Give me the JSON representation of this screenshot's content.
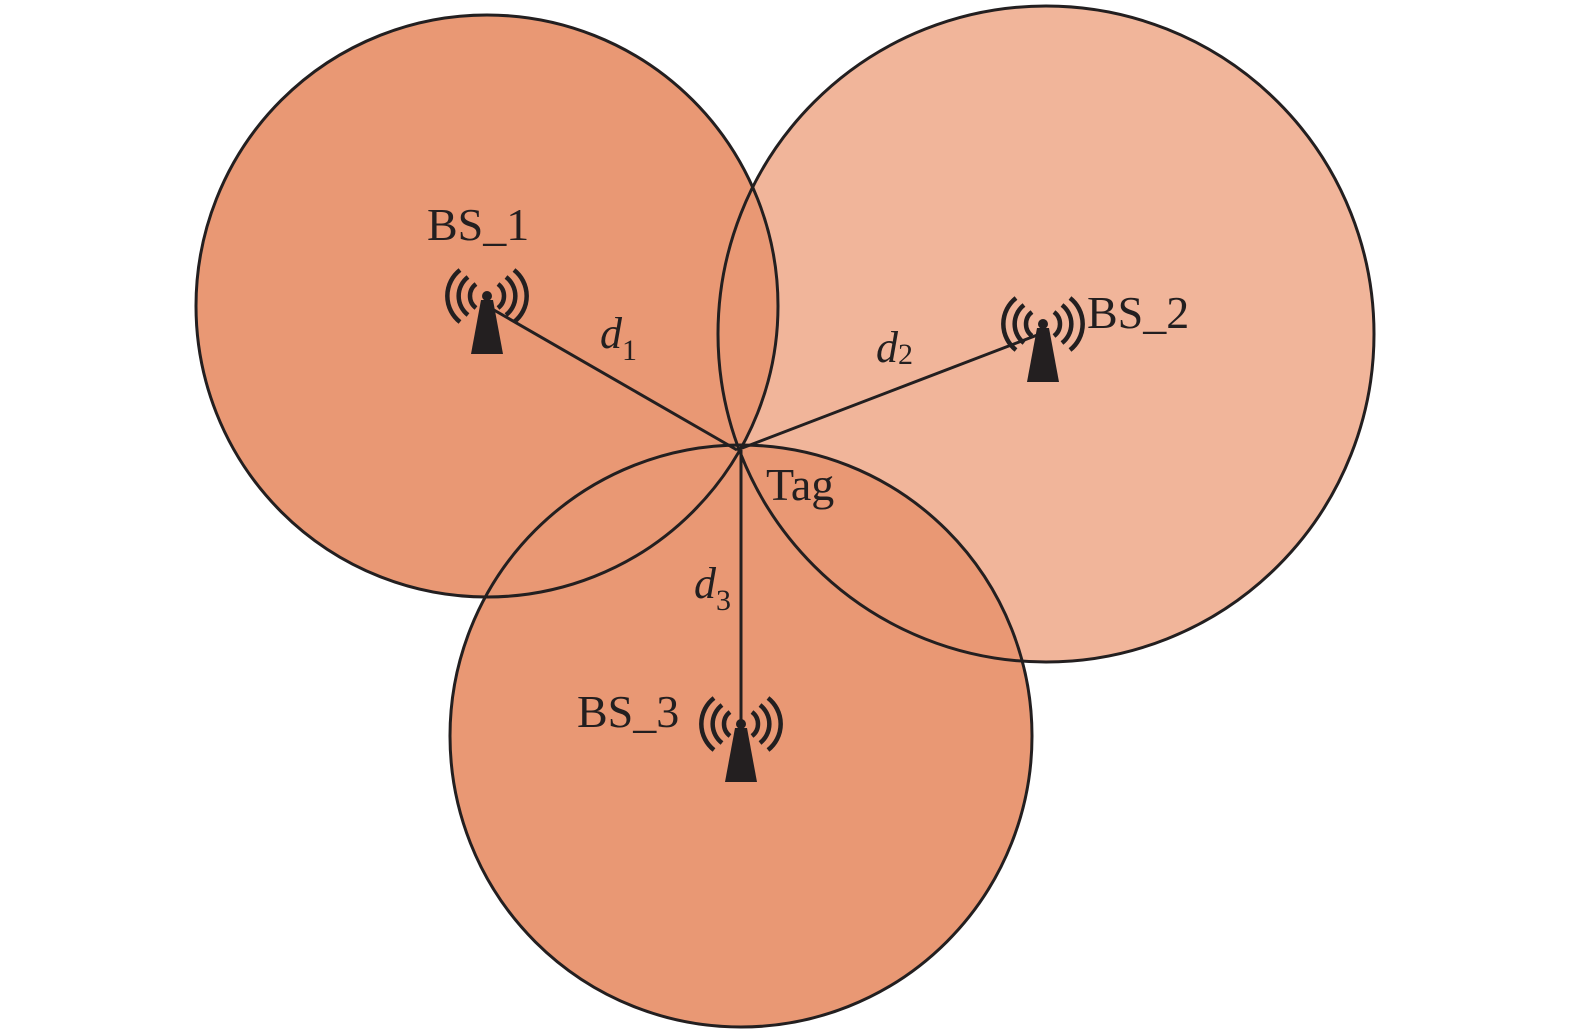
{
  "colors": {
    "circle_dark": "#e99874",
    "circle_light": "#f1b59a",
    "circle_overlap": "#e99874",
    "stroke": "#231f20",
    "background": "#ffffff"
  },
  "stations": [
    {
      "label": "BS_1",
      "icon": "antenna-tower-icon"
    },
    {
      "label": "BS_2",
      "icon": "antenna-tower-icon"
    },
    {
      "label": "BS_3",
      "icon": "antenna-tower-icon"
    }
  ],
  "tag": {
    "label": "Tag"
  },
  "distances": [
    {
      "letter": "d",
      "subscript": "1"
    },
    {
      "letter": "d",
      "subscript": "2"
    },
    {
      "letter": "d",
      "subscript": "3"
    }
  ]
}
